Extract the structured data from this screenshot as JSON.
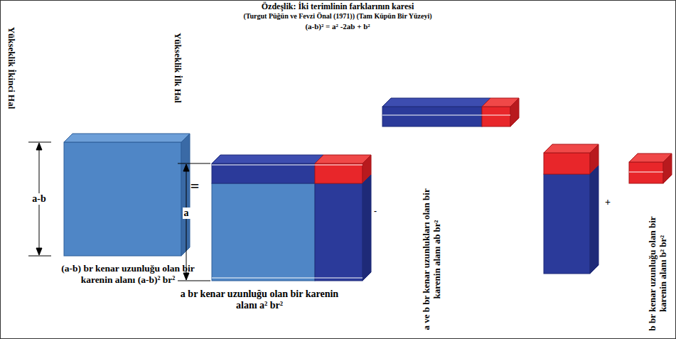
{
  "diagram": {
    "title": "Özdeşlik: İki terimlinin farklarının karesi",
    "labels": [
      "(Turgut Püğün ve Fevzi Önal (1971)) (Tam Küpün Bir Yüzeyi)",
      "(a-b)² = a² -2ab + b²",
      "Yükseklik İkinci Hal",
      "a-b",
      "(a-b) br kenar uzunluğu olan bir karenin alanı (a-b)² br²",
      "=",
      "Yükseklik İlk Hal",
      "a",
      "a br kenar uzunluğu olan bir karenin alanı a² br²",
      "-",
      "a ve b br kenar uzunlukları olan bir karenin alanı ab br²",
      "+",
      "b br kenar uzunluğu olan bir karenin alanı b² br²"
    ]
  }
}
